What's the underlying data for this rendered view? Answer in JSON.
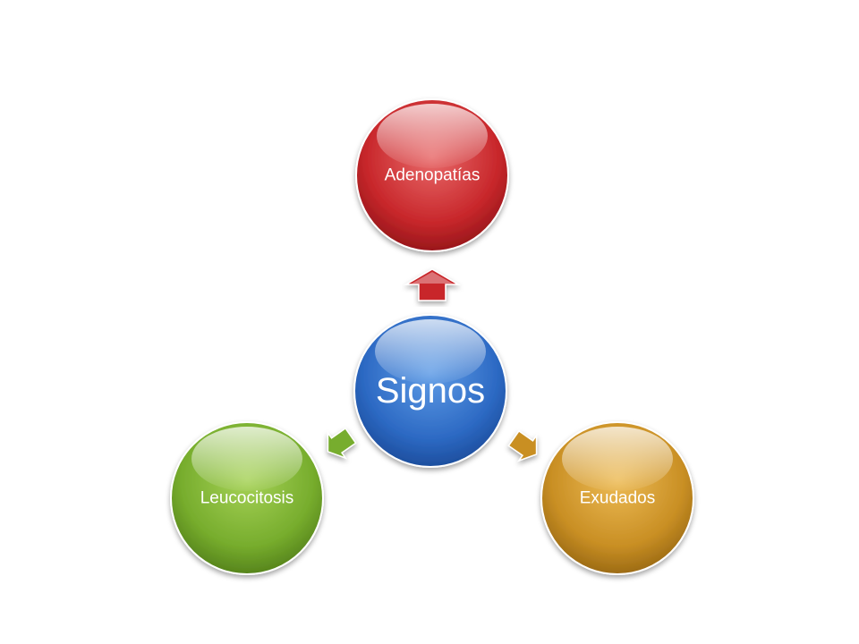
{
  "diagram": {
    "center": {
      "label": "Signos",
      "color": "#2f6fc8"
    },
    "nodes": [
      {
        "label": "Adenopatías",
        "color": "#c8272b"
      },
      {
        "label": "Exudados",
        "color": "#c98f24"
      },
      {
        "label": "Leucocitosis",
        "color": "#77ad2d"
      }
    ]
  }
}
